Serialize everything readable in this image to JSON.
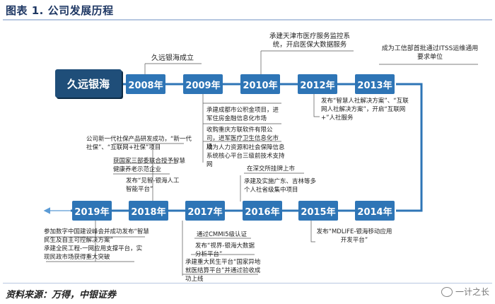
{
  "header": {
    "title": "图表 1. 公司发展历程"
  },
  "footer": {
    "source": "资料来源：万得，中银证券",
    "watermark": "一计之长"
  },
  "brand": "久远银海",
  "years": [
    "2008年",
    "2009年",
    "2010年",
    "2012年",
    "2013年",
    "2014年",
    "2015年",
    "2016年",
    "2017年",
    "2018年",
    "2019年"
  ],
  "events": {
    "e2008": "久远银海成立",
    "e2010": "承建天津市医疗服务监控系统，开启医保大数据服务",
    "e2013a": "成为工信部首批通过ITSS运维通用要求单位",
    "e2013b": "发布“智慧人社解决方案”、“互联网人社解决方案”，开启“互联网+”人社服务",
    "e2009a": "承建成都市公积金项目，进军住房金融信息化市场",
    "e2009b": "收购重庆方联软件有限公司，进军医疗卫生信息化市场",
    "e2009c": "成为人力资源和社会保障信息系统核心平台三级前技术支持网",
    "e2015a": "在深交所挂牌上市",
    "e2015b": "承建及实施广东、吉林等多个人社省级集中项目",
    "e2014": "发布“MDLIFE-银海移动应用开发平台”",
    "e2016a": "通过CMMI5级认证",
    "e2016b": "发布“视界-银海大数据分析平台”",
    "e2016c": "承建重大民生平台“国家异地就医结算平台”并通过验收成功上线",
    "e2018a": "公司新一代社保产品研发成功，“新一代社保”、“互联网+社保”项目",
    "e2018b": "获国家三部委联合授予智慧健康养老示范企业",
    "e2018c": "发布“见智-银海人工智能平台”",
    "e2019a": "参加数字中国建设峰会并成功发布“智慧民生及自主可控解决方案”",
    "e2019b": "承建全民工程-一网应用支撑平台，实现民政市场获得重大突破"
  }
}
